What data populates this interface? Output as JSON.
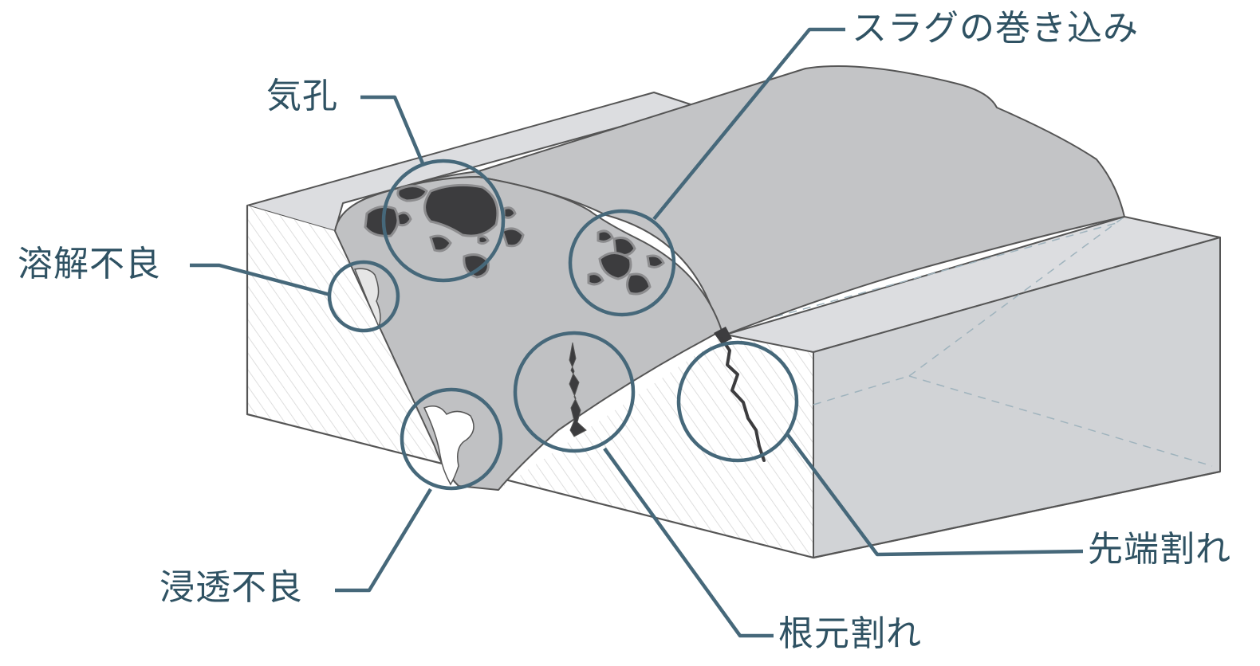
{
  "labels": {
    "porosity": "気孔",
    "slag_inclusion": "スラグの巻き込み",
    "lack_of_fusion": "溶解不良",
    "incomplete_penetration": "浸透不良",
    "root_crack": "根元割れ",
    "toe_crack": "先端割れ"
  },
  "colors": {
    "callout": "#46687a",
    "outline": "#555555",
    "plate_top": "#dcdde0",
    "plate_side": "#cfd1d4",
    "weld_bead": "#c2c3c5",
    "defect_dark": "#3d3d3f",
    "hatch": "#d9d9d9"
  }
}
